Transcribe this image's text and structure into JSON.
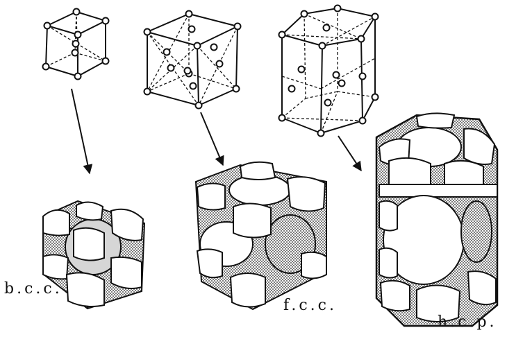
{
  "labels": {
    "bcc": "b.c.c.",
    "fcc": "f.c.c.",
    "hcp": "h.c.p."
  },
  "colors": {
    "ink": "#111111",
    "stipple": "#b8b8b8",
    "paper": "#ffffff"
  }
}
